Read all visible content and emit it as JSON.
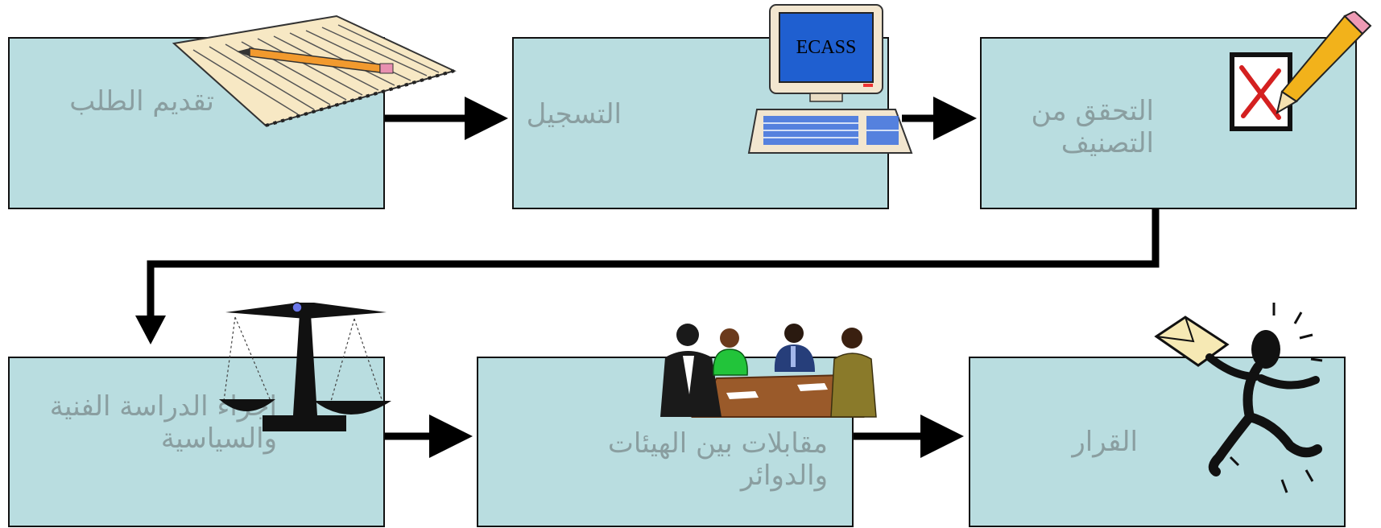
{
  "steps": [
    {
      "id": "submit",
      "label": "تقديم الطلب"
    },
    {
      "id": "register",
      "label": "التسجيل"
    },
    {
      "id": "verify",
      "label_lines": [
        "التحقق من",
        "التصنيف"
      ]
    },
    {
      "id": "study",
      "label_lines": [
        "اجراء الدراسة الفنية",
        "والسياسية"
      ]
    },
    {
      "id": "interviews",
      "label_lines": [
        "مقابلات بين الهيئات",
        "والدوائر"
      ]
    },
    {
      "id": "decision",
      "label": "القرار"
    }
  ],
  "computer_screen_text": "ECASS",
  "colors": {
    "box_fill": "#b9dde0",
    "label_text": "#8a9ea0",
    "connector": "#000000",
    "screen_blue": "#1f5fd0"
  },
  "icons": {
    "submit": "notepad-pencil-icon",
    "register": "computer-icon",
    "verify": "checkbox-pencil-icon",
    "study": "balance-scale-icon",
    "interviews": "meeting-icon",
    "decision": "stick-figure-letter-icon"
  }
}
